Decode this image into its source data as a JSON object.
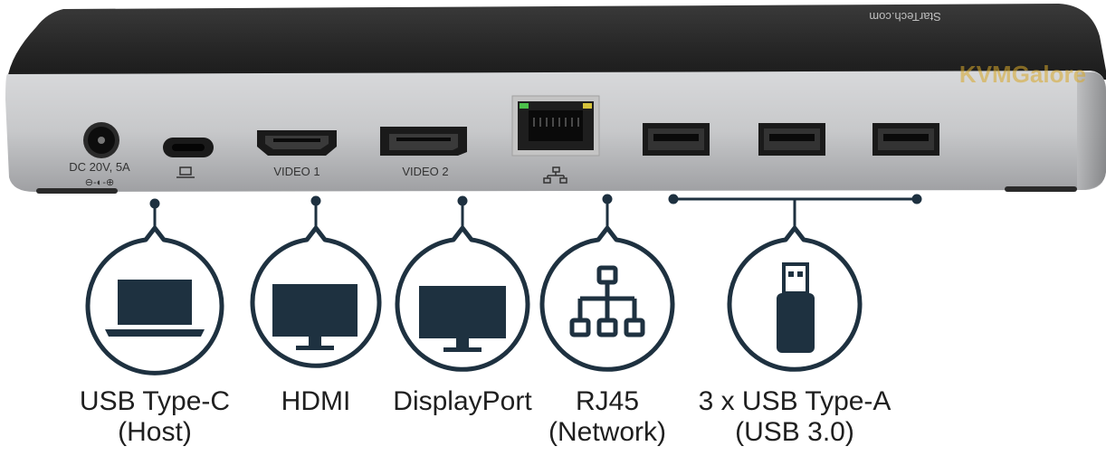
{
  "device": {
    "brand": "StarTech.com",
    "watermark": "KVMGalore",
    "port_markings": {
      "dc": "DC 20V, 5A",
      "dc_polarity": "⊖-◐-⊕",
      "video1": "VIDEO 1",
      "video2": "VIDEO 2"
    }
  },
  "callouts": [
    {
      "icon": "laptop-icon",
      "label_line1": "USB Type-C",
      "label_line2": "(Host)"
    },
    {
      "icon": "monitor-icon",
      "label_line1": "HDMI",
      "label_line2": ""
    },
    {
      "icon": "monitor-icon",
      "label_line1": "DisplayPort",
      "label_line2": ""
    },
    {
      "icon": "network-icon",
      "label_line1": "RJ45",
      "label_line2": "(Network)"
    },
    {
      "icon": "usb-drive-icon",
      "label_line1": "3 x USB Type-A",
      "label_line2": "(USB 3.0)"
    }
  ],
  "colors": {
    "body_top": "#2b2b2b",
    "body_front": "#c9cacc",
    "port_black": "#141414",
    "callout_stroke": "#1e3140",
    "icon_fill": "#1e3140",
    "ethernet_led": "#d6c23a",
    "watermark": "#d7a82a"
  }
}
